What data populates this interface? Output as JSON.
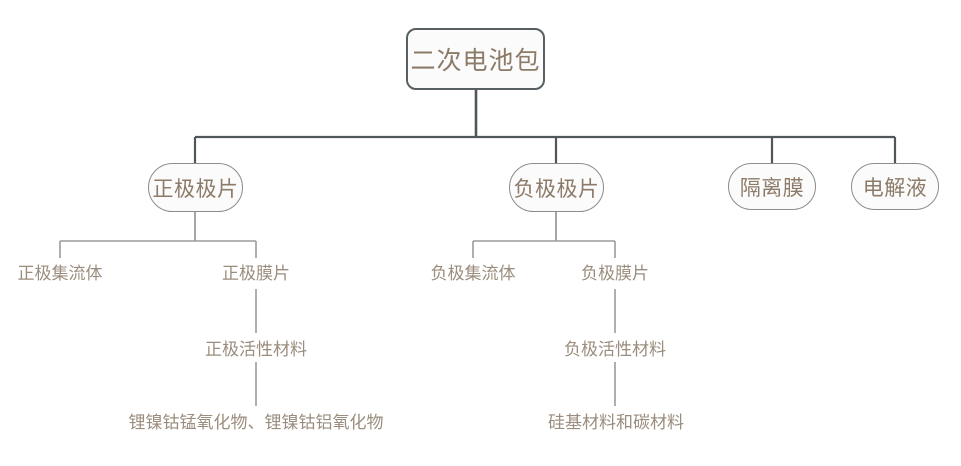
{
  "diagram": {
    "type": "tree",
    "title": "二次电池包",
    "colors": {
      "root_border": "#575f63",
      "pill_border": "#8c8c8c",
      "node_fill": "#fbfbfb",
      "node_text": "#8c7b68",
      "label_text": "#9a8d7d",
      "connector_main": "#4f575b",
      "connector_sub": "#9b9b9b",
      "background": "#ffffff"
    },
    "root": {
      "label": "二次电池包"
    },
    "level2": [
      {
        "label": "正极极片"
      },
      {
        "label": "负极极片"
      },
      {
        "label": "隔离膜"
      },
      {
        "label": "电解液"
      }
    ],
    "level3": [
      {
        "label": "正极集流体",
        "parent": "正极极片"
      },
      {
        "label": "正极膜片",
        "parent": "正极极片"
      },
      {
        "label": "负极集流体",
        "parent": "负极极片"
      },
      {
        "label": "负极膜片",
        "parent": "负极极片"
      }
    ],
    "level4": [
      {
        "label": "正极活性材料",
        "parent": "正极膜片"
      },
      {
        "label": "负极活性材料",
        "parent": "负极膜片"
      }
    ],
    "level5": [
      {
        "label": "锂镍钴锰氧化物、锂镍钴铝氧化物",
        "parent": "正极活性材料"
      },
      {
        "label": "硅基材料和碳材料",
        "parent": "负极活性材料"
      }
    ]
  }
}
